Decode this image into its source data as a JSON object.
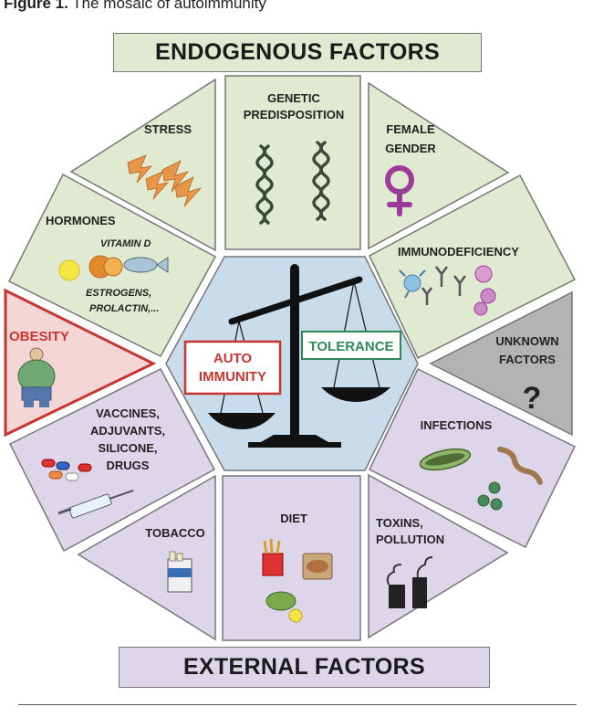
{
  "caption": {
    "figure_label": "Figure 1.",
    "text": "The mosaic of autoimmunity"
  },
  "banners": {
    "top": "ENDOGENOUS FACTORS",
    "bottom": "EXTERNAL FACTORS"
  },
  "center": {
    "left_pan": [
      "AUTO",
      "IMMUNITY"
    ],
    "right_pan": "TOLERANCE"
  },
  "segments": {
    "stress": [
      "STRESS"
    ],
    "genetic": [
      "GENETIC",
      "PREDISPOSITION"
    ],
    "female": [
      "FEMALE",
      "GENDER"
    ],
    "hormones": [
      "HORMONES"
    ],
    "hormones_sub": [
      "VITAMIN D",
      "ESTROGENS,",
      "PROLACTIN,..."
    ],
    "immuno": [
      "IMMUNODEFICIENCY"
    ],
    "obesity": [
      "OBESITY"
    ],
    "unknown": [
      "UNKNOWN",
      "FACTORS",
      "?"
    ],
    "vaccines": [
      "VACCINES,",
      "ADJUVANTS,",
      "SILICONE,",
      "DRUGS"
    ],
    "infections": [
      "INFECTIONS"
    ],
    "tobacco": [
      "TOBACCO"
    ],
    "diet": [
      "DIET"
    ],
    "toxins": [
      "TOXINS,",
      "POLLUTION"
    ]
  },
  "colors": {
    "endogenous": "#dfead0",
    "external": "#ddd6ea",
    "center": "#c9dcec",
    "obesity_border": "#c8352f",
    "obesity_fill": "#f4d6d6",
    "unknown": "#b3b3b3",
    "tolerance_text": "#2e8b57",
    "autoimmunity_text": "#c8352f"
  }
}
